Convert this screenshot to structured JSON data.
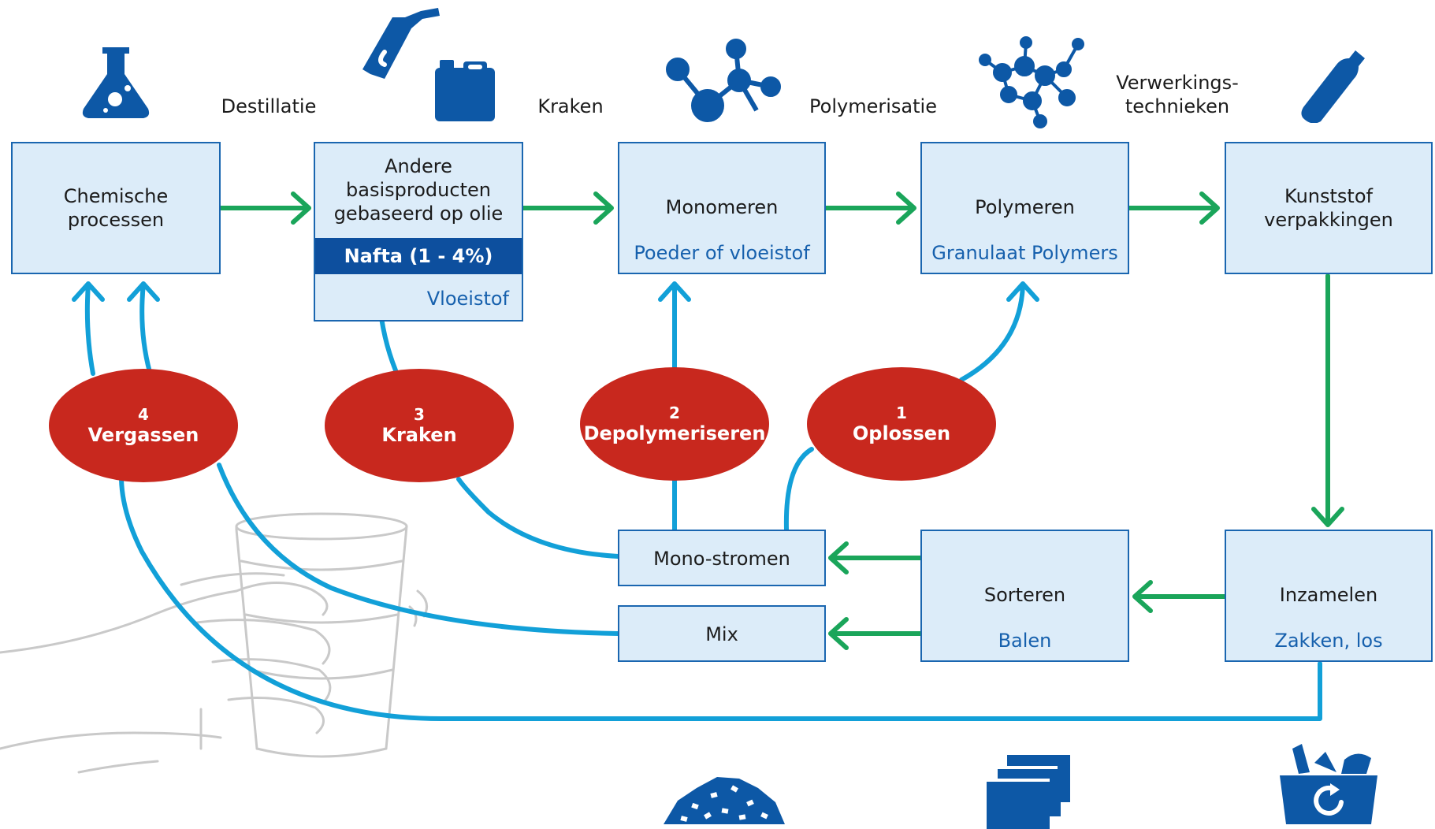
{
  "colors": {
    "box_fill": "#dcecf9",
    "box_border": "#1a66b0",
    "green_arrow": "#1aa55a",
    "cyan_line": "#12a0d8",
    "oval_red": "#c8281e",
    "nafta_band": "#0d4f9e",
    "icon_blue": "#0d58a6",
    "sketch_gray": "#c9c9c9"
  },
  "steps": {
    "destillatie": "Destillatie",
    "kraken": "Kraken",
    "polymerisatie": "Polymerisatie",
    "verwerkings_line1": "Verwerkings-",
    "verwerkings_line2": "technieken"
  },
  "boxes": {
    "chemische": {
      "line1": "Chemische",
      "line2": "processen"
    },
    "andere": {
      "line1": "Andere",
      "line2": "basisproducten",
      "line3": "gebaseerd op olie",
      "band": "Nafta (1 - 4%)",
      "sub": "Vloeistof"
    },
    "monomeren": {
      "title": "Monomeren",
      "sub": "Poeder of vloeistof"
    },
    "polymeren": {
      "title": "Polymeren",
      "sub": "Granulaat Polymers"
    },
    "kunststof": {
      "line1": "Kunststof",
      "line2": "verpakkingen"
    },
    "mono": {
      "title": "Mono-stromen"
    },
    "mix": {
      "title": "Mix"
    },
    "sorteren": {
      "title": "Sorteren",
      "sub": "Balen"
    },
    "inzamelen": {
      "title": "Inzamelen",
      "sub": "Zakken, los"
    }
  },
  "ovals": [
    {
      "num": "4",
      "label": "Vergassen"
    },
    {
      "num": "3",
      "label": "Kraken"
    },
    {
      "num": "2",
      "label": "Depolymeriseren"
    },
    {
      "num": "1",
      "label": "Oplossen"
    }
  ],
  "icons": [
    "flask-icon",
    "fuel-nozzle-icon",
    "jerrycan-icon",
    "molecule-icon",
    "polymer-molecule-icon",
    "bottle-icon",
    "granulate-pile-icon",
    "bales-stack-icon",
    "recycle-bin-icon"
  ]
}
